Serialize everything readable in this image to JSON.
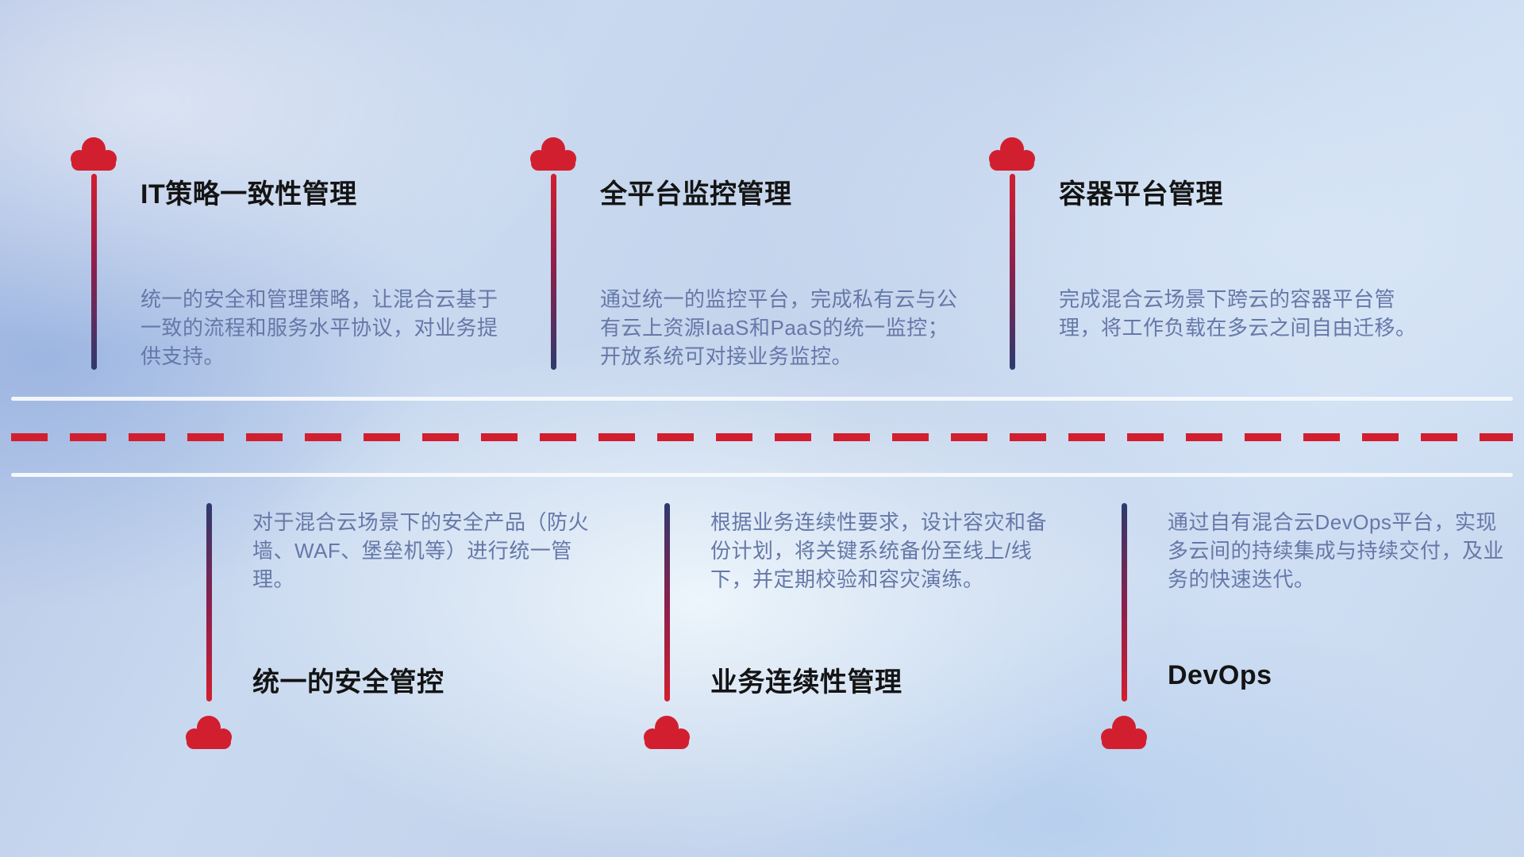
{
  "features_top": [
    {
      "title": "IT策略一致性管理",
      "description": "统一的安全和管理策略，让混合云基于一致的流程和服务水平协议，对业务提供支持。"
    },
    {
      "title": "全平台监控管理",
      "description": "通过统一的监控平台，完成私有云与公有云上资源IaaS和PaaS的统一监控；开放系统可对接业务监控。"
    },
    {
      "title": "容器平台管理",
      "description": "完成混合云场景下跨云的容器平台管理，将工作负载在多云之间自由迁移。"
    }
  ],
  "features_bottom": [
    {
      "title": "统一的安全管控",
      "description": "对于混合云场景下的安全产品（防火墙、WAF、堡垒机等）进行统一管理。"
    },
    {
      "title": "业务连续性管理",
      "description": "根据业务连续性要求，设计容灾和备份计划，将关键系统备份至线上/线下，并定期校验和容灾演练。"
    },
    {
      "title": "DevOps",
      "description": "通过自有混合云DevOps平台，实现多云间的持续集成与持续交付，及业务的快速迭代。"
    }
  ],
  "icons": {
    "marker": "cloud-icon"
  },
  "colors": {
    "accent_red": "#d21f2f",
    "line_navy": "#2e3a6e",
    "title_text": "#141414",
    "description_text": "#6678a8",
    "road_white": "#f7f9fc"
  }
}
